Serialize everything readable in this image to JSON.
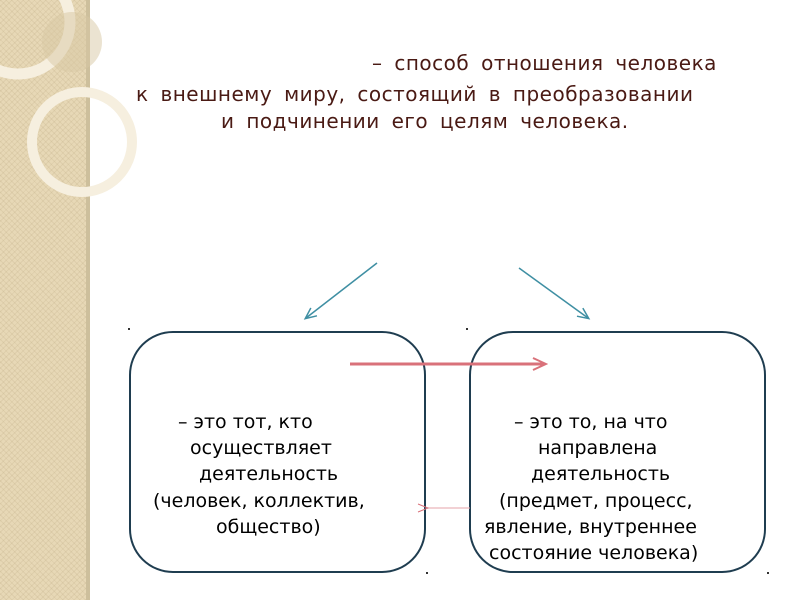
{
  "heading": {
    "line1": "– способ  отношения  человека",
    "line2": "к  внешнему  миру, состоящий  в  преобразовании",
    "line3": "и  подчинении  его  целям  человека."
  },
  "left_box": {
    "lines": [
      "– это  тот, кто",
      "осуществляет",
      "деятельность",
      "(человек, коллектив,",
      "общество)"
    ]
  },
  "right_box": {
    "lines": [
      "– это  то, на  что",
      "направлена",
      "деятельность",
      "(предмет, процесс,",
      "явление, внутреннее",
      "состояние человека)"
    ]
  },
  "colors": {
    "heading_text": "#4a1a14",
    "box_border": "#1f3d50",
    "branch_arrow": "#3f8fa3",
    "link_arrow": "#d9717a",
    "sidebar": "#e7d8b6"
  }
}
